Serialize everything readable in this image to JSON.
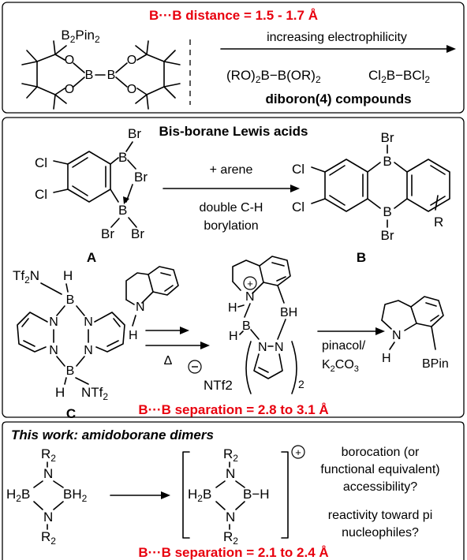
{
  "panel1": {
    "header": "B···B distance = 1.5 - 1.7 Å",
    "b2pin2_label": "B2Pin2",
    "arrow_label": "increasing electrophilicity",
    "compound_left": "(RO)2B−B(OR)2",
    "compound_right": "Cl2B−BCl2",
    "caption": "diboron(4) compounds"
  },
  "panel2": {
    "title": "Bis-borane Lewis acids",
    "reagent": "+ arene",
    "condition_1": "double C-H",
    "condition_2": "borylation",
    "label_A": "A",
    "label_B": "B",
    "label_C": "C",
    "heat": "Δ",
    "step_reagent_1": "pinacol/",
    "step_reagent_2": "K2CO3",
    "counterion": "NTf2",
    "subscript_2": "2",
    "footer": "B···B separation = 2.8 to 3.1 Å"
  },
  "panel3": {
    "title": "This work: amidoborane dimers",
    "question_1": [
      "borocation (or",
      "functional equivalent)",
      "accessibility?"
    ],
    "question_2": [
      "reactivity toward pi",
      "nucleophiles?"
    ],
    "footer": "B···B separation = 2.1 to 2.4 Å"
  },
  "colors": {
    "highlight": "#e8000e",
    "ink": "#000000"
  }
}
